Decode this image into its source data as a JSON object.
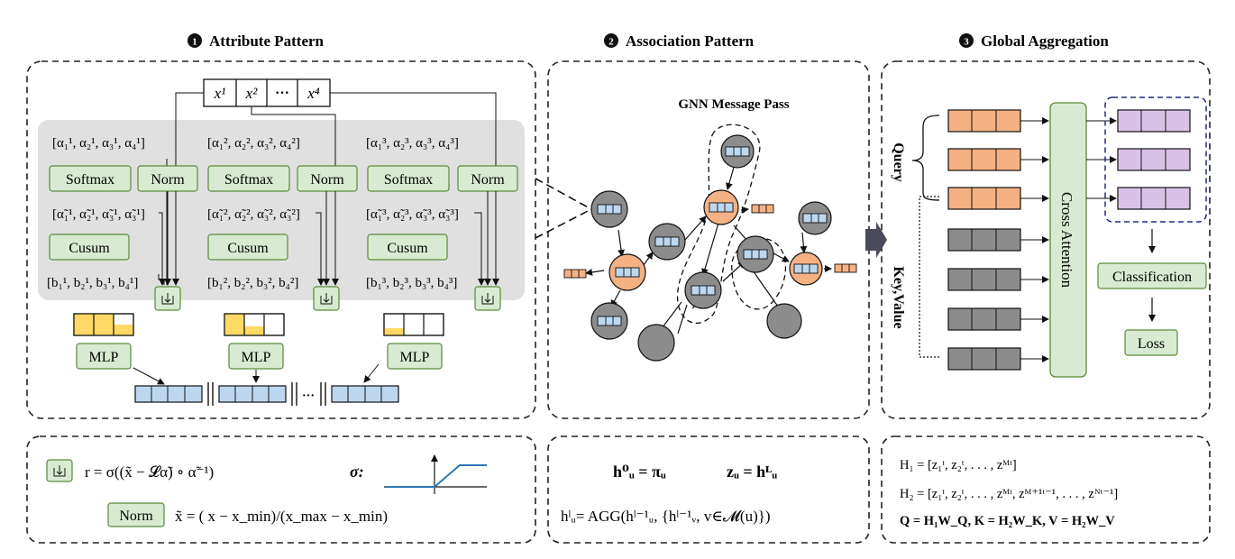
{
  "panels": {
    "attribute": {
      "number": "1",
      "title": "Attribute Pattern",
      "input_cells": [
        "x¹",
        "x²",
        "···",
        "x⁴"
      ],
      "groups": [
        {
          "alpha": "[α₁¹, α₂¹, α₃¹, α₄¹]",
          "softmax": "Softmax",
          "norm": "Norm",
          "alpha_tilde": "[α̃₁¹, α̃₂¹, α̃₃¹, α̃₃¹]",
          "cusum": "Cusum",
          "b": "[b₁¹, b₂¹, b₃¹, b₄¹]",
          "mlp": "MLP"
        },
        {
          "alpha": "[α₁², α₂², α₃², α₄²]",
          "softmax": "Softmax",
          "norm": "Norm",
          "alpha_tilde": "[α̃₁², α̃₂², α̃₃², α̃₃²]",
          "cusum": "Cusum",
          "b": "[b₁², b₂², b₃², b₄²]",
          "mlp": "MLP"
        },
        {
          "alpha": "[α₁³, α₂³, α₃³, α₄³]",
          "softmax": "Softmax",
          "norm": "Norm",
          "alpha_tilde": "[α̃₁³, α̃₂³, α̃₃³, α̃₃³]",
          "cusum": "Cusum",
          "b": "[b₁³, b₂³, b₃³, b₄³]",
          "mlp": "MLP"
        }
      ],
      "concat_dots": "···"
    },
    "association": {
      "number": "2",
      "title": "Association Pattern",
      "gnn_label": "GNN Message Pass"
    },
    "global": {
      "number": "3",
      "title": "Global Aggregation",
      "query_label": "Query",
      "keyvalue_label": "Key,Value",
      "cross_attention": "Cross Attention",
      "classification": "Classification",
      "loss": "Loss"
    }
  },
  "formulas": {
    "r_formula": "r = σ((x̃ − 𝓛α̃) ∘ α̃⁻¹)",
    "sigma_label": "σ:",
    "norm_label": "Norm",
    "norm_formula": "x̃ = ( x − x_min)/(x_max − x_min)",
    "h0_formula": "h⁰ᵤ = πᵤ",
    "z_formula": "zᵤ = hᴸᵤ",
    "hl_formula": "hˡᵤ= AGG(hˡ⁻¹ᵤ, {hˡ⁻¹ᵥ, v∈𝓜(u)})",
    "H1_formula": "H₁ = [z₁ᵗ, z₂ᵗ, . . . , zᴹᵗ]",
    "H2_formula": "H₂ = [z₁ᵗ, z₂ᵗ, . . . , zᴹᵗ, zᴹ⁺¹ᵗ⁻¹, . . . , zᴺᵗ⁻¹]",
    "QKV_formula": "Q = H₁W_Q,   K = H₂W_K,   V = H₂W_V"
  },
  "colors": {
    "green_fill": "#d9ead3",
    "green_stroke": "#5a8a3a",
    "orange": "#f4b183",
    "gray_node": "#8c8c8c",
    "blue_cell": "#bdd7ee",
    "purple_cell": "#d9c2e8",
    "yellow": "#ffd966",
    "gray_panel": "#e0e0e0",
    "navy_dash": "#1f2a80",
    "relu_blue": "#2e75b6"
  }
}
